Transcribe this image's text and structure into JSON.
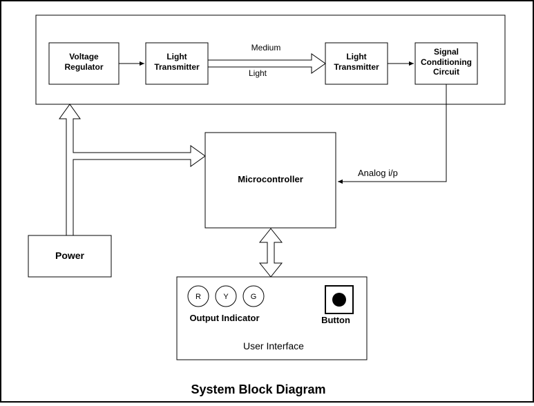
{
  "blocks": {
    "voltage_regulator": [
      "Voltage",
      "Regulator"
    ],
    "light_transmitter_1": [
      "Light",
      "Transmitter"
    ],
    "light_transmitter_2": [
      "Light",
      "Transmitter"
    ],
    "signal_conditioning": [
      "Signal",
      "Conditioning",
      "Circuit"
    ],
    "microcontroller": "Microcontroller",
    "power": "Power",
    "user_interface": "User Interface",
    "output_indicator": "Output Indicator",
    "button": "Button"
  },
  "edge_labels": {
    "medium": "Medium",
    "light": "Light",
    "analog_input": "Analog i/p"
  },
  "indicators": [
    {
      "letter": "R"
    },
    {
      "letter": "Y"
    },
    {
      "letter": "G"
    }
  ],
  "caption": "System Block Diagram"
}
